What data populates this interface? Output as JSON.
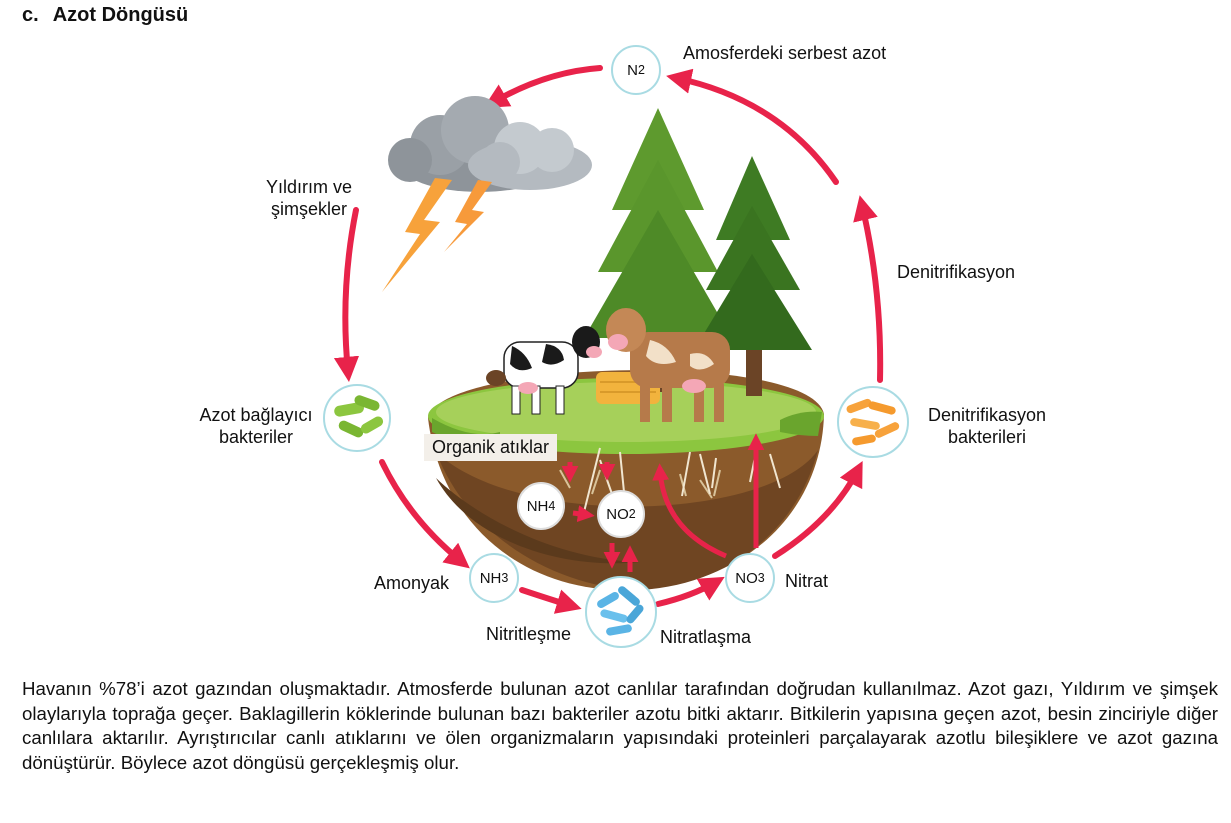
{
  "heading": {
    "number": "c.",
    "title": "Azot Döngüsü"
  },
  "labels": {
    "atmosphere": "Amosferdeki serbest azot",
    "lightning_line1": "Yıldırım ve",
    "lightning_line2": "şimşekler",
    "denitrification": "Denitrifikasyon",
    "fixing_line1": "Azot bağlayıcı",
    "fixing_line2": "bakteriler",
    "denitrifying_line1": "Denitrifikasyon",
    "denitrifying_line2": "bakterileri",
    "organic_waste": "Organik atıklar",
    "ammonia": "Amonyak",
    "nitrate": "Nitrat",
    "nitrification1": "Nitritleşme",
    "nitrification2": "Nitratlaşma"
  },
  "nodes": {
    "n2": {
      "base": "N",
      "sub": "2"
    },
    "nh3": {
      "base": "NH",
      "sub": "3"
    },
    "no3": {
      "base": "NO",
      "sub": "3"
    },
    "nh4": {
      "base": "NH",
      "sub": "4"
    },
    "no2": {
      "base": "NO",
      "sub": "2"
    }
  },
  "paragraph": "Havanın %78’i azot gazından oluşmaktadır. Atmosferde bulunan azot canlılar tarafından doğrudan kullanılmaz. Azot gazı, Yıldırım ve şimşek olaylarıyla toprağa geçer. Baklagillerin köklerinde bulunan bazı bakteriler azotu bitki aktarır. Bitkilerin yapısına geçen azot, besin zinciriyle diğer canlılara aktarılır. Ayrıştırıcılar canlı atıklarını ve ölen organizmaların yapısındaki proteinleri parçalayarak azotlu bileşiklere ve azot gazına dönüştürür. Böylece azot döngüsü gerçekleşmiş olur.",
  "colors": {
    "arrow": "#e8234a",
    "node_border": "#a9dbe3",
    "grass": "#8cc63f",
    "soil": "#8b5a2b"
  }
}
